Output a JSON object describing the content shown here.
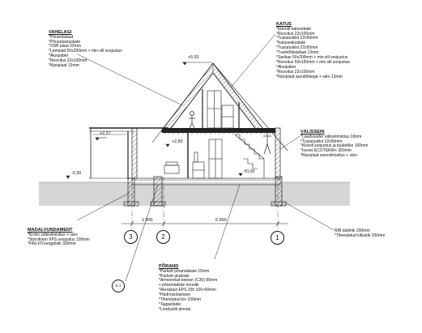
{
  "notes": {
    "vahelagi": {
      "title": "VAHELAGI",
      "lines": [
        "*Põrandalaud",
        "*Põrandasiuskate",
        "*OSB plaat 22mm",
        "*Leetalad 50x200mm + min.vill soojustus",
        "*Aluspaber",
        "*Roovitus 22x100mm",
        "*Kipsplaat 13mm"
      ]
    },
    "katus": {
      "title": "KATUS",
      "lines": [
        "*Eterniit katusekate",
        "*Roovitus 22x100mm",
        "*Tuulutusliist 22x50mm",
        "*Katusealuskate",
        "*Tuulutusliist 22x50mm",
        "*Tuuletõkkeplaat 13mm",
        "*Sarikas 50x200mm + min.vill soojustus",
        "*Roovitus 50x150mm + min.vill soojustus",
        "*Aluspaber",
        "*Roovitus 22x100mm",
        "*Kipsplaat aurutõkkega + värv 13mm"
      ]
    },
    "valissein": {
      "title": "VÄLISSEIN",
      "lines": [
        "*Laudvooder välisviimistlus 18mm",
        "*Tuulutusliist 22x50mm",
        "*Kivivill soojustus ja tuuletõke 100mm",
        "*Isover ECOTERM+ 300mm",
        "*Kipsplaat seesviimistlus + värv"
      ]
    },
    "madalvundament": {
      "title": "MADALVUNDAMENT",
      "lines": [
        "*Krohv välisviimistlus + värv",
        "*Styrofoam XPS soojustus 100mm",
        "*Fibo F5 kergplokk 300mm"
      ]
    },
    "porand": {
      "title": "PÕRAND",
      "lines": [
        "*Parkett põrandakate 15mm",
        "*Parkett aluskate",
        "*Armeeritud betoon (C30) 80mm",
        "  + põrandaküte torustik",
        "*Aeroplast EPS 200 100+50mm",
        "*Hüdroisolatsioon",
        "*Tihendatud liiv 100mm",
        "*Tagasitäide",
        "*Looduslik pinnas"
      ]
    },
    "rb": {
      "lines": [
        "R/B taldmik 200mm",
        "*Tihendatud killustik 200mm"
      ]
    }
  },
  "levels": {
    "ridge": "+5,92",
    "eave": "+2,27",
    "attic": "+2,80",
    "floor": "±0,00",
    "ground": "-0,30"
  },
  "dimensions": {
    "left": "1 900",
    "right": "6 900"
  },
  "axes": {
    "a1": "1",
    "a2": "2",
    "a3": "3"
  },
  "section_tag": "S-1"
}
